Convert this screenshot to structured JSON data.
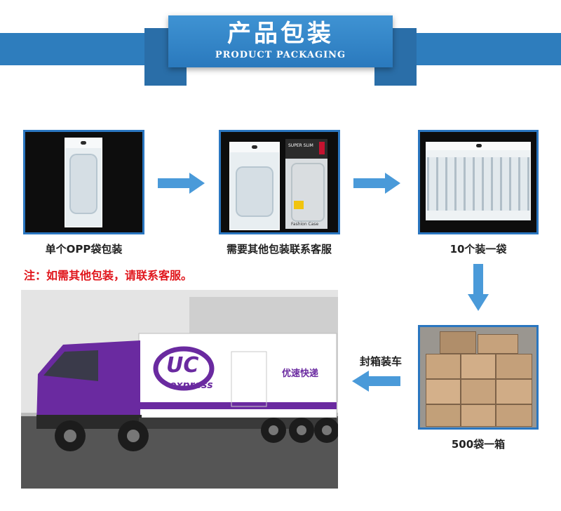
{
  "header": {
    "title": "产品包装",
    "subtitle": "PRODUCT PACKAGING"
  },
  "steps": [
    {
      "caption": "单个OPP袋包装"
    },
    {
      "caption": "需要其他包装联系客服"
    },
    {
      "caption": "10个装一袋"
    },
    {
      "caption": "500袋一箱"
    },
    {
      "caption": "封箱装车"
    }
  ],
  "note": "注：如需其他包装，请联系客服。",
  "truck": {
    "logo_main": "UC",
    "logo_sub": "express",
    "logo_cn": "优速快递"
  },
  "product_box": {
    "line1": "SUPER SLIM",
    "line2": "Fashion Case"
  },
  "colors": {
    "banner_blue": "#2e7dbd",
    "frame_blue": "#2a76c0",
    "arrow_blue": "#4a9ad9",
    "note_red": "#e0151b",
    "truck_purple": "#6a2aa0"
  }
}
